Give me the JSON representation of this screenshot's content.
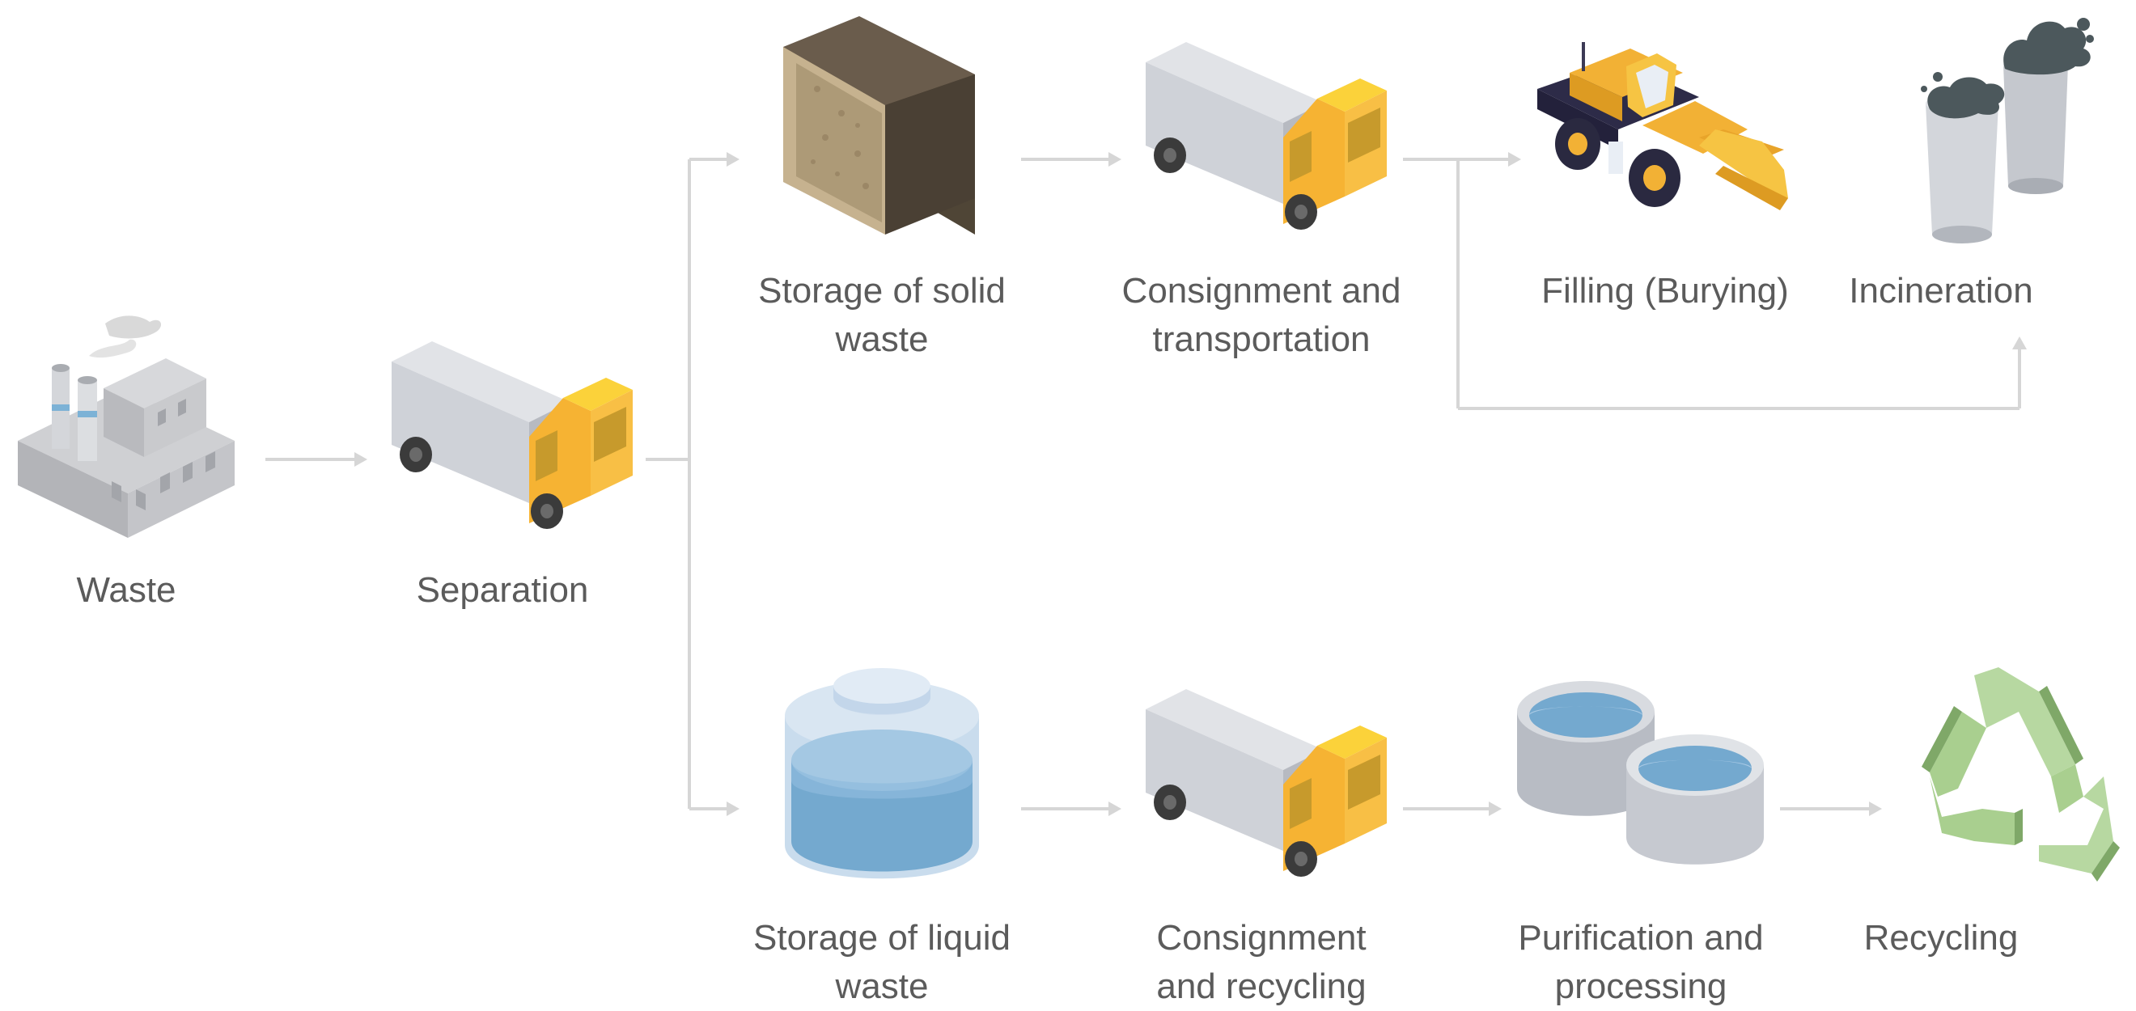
{
  "steps": {
    "waste": {
      "line1": "Waste"
    },
    "separation": {
      "line1": "Separation"
    },
    "storage_solid": {
      "line1": "Storage of solid",
      "line2": "waste"
    },
    "consignment_transport": {
      "line1": "Consignment and",
      "line2": "transportation"
    },
    "filling": {
      "line1": "Filling (Burying)"
    },
    "incineration": {
      "line1": "Incineration"
    },
    "storage_liquid": {
      "line1": "Storage of liquid",
      "line2": "waste"
    },
    "consignment_recycling": {
      "line1": "Consignment",
      "line2": "and recycling"
    },
    "purification": {
      "line1": "Purification and",
      "line2": "processing"
    },
    "recycling": {
      "line1": "Recycling"
    }
  },
  "icons": {
    "waste": "factory-icon",
    "separation": "truck-icon",
    "storage_solid": "solid-waste-block-icon",
    "consignment_transport": "truck-icon",
    "filling": "bulldozer-icon",
    "incineration": "chimney-stacks-icon",
    "storage_liquid": "water-tank-icon",
    "consignment_recycling": "truck-icon",
    "purification": "water-basins-icon",
    "recycling": "recycle-icon"
  },
  "colors": {
    "connector": "#d6d6d6",
    "label": "#5b5b5b",
    "truck_cab": "#f6b333",
    "truck_box": "#cdd0d6",
    "water": "#74a9cf",
    "recycle": "#a9cf8f",
    "soil": "#b09a76",
    "smoke": "#4c585c"
  }
}
